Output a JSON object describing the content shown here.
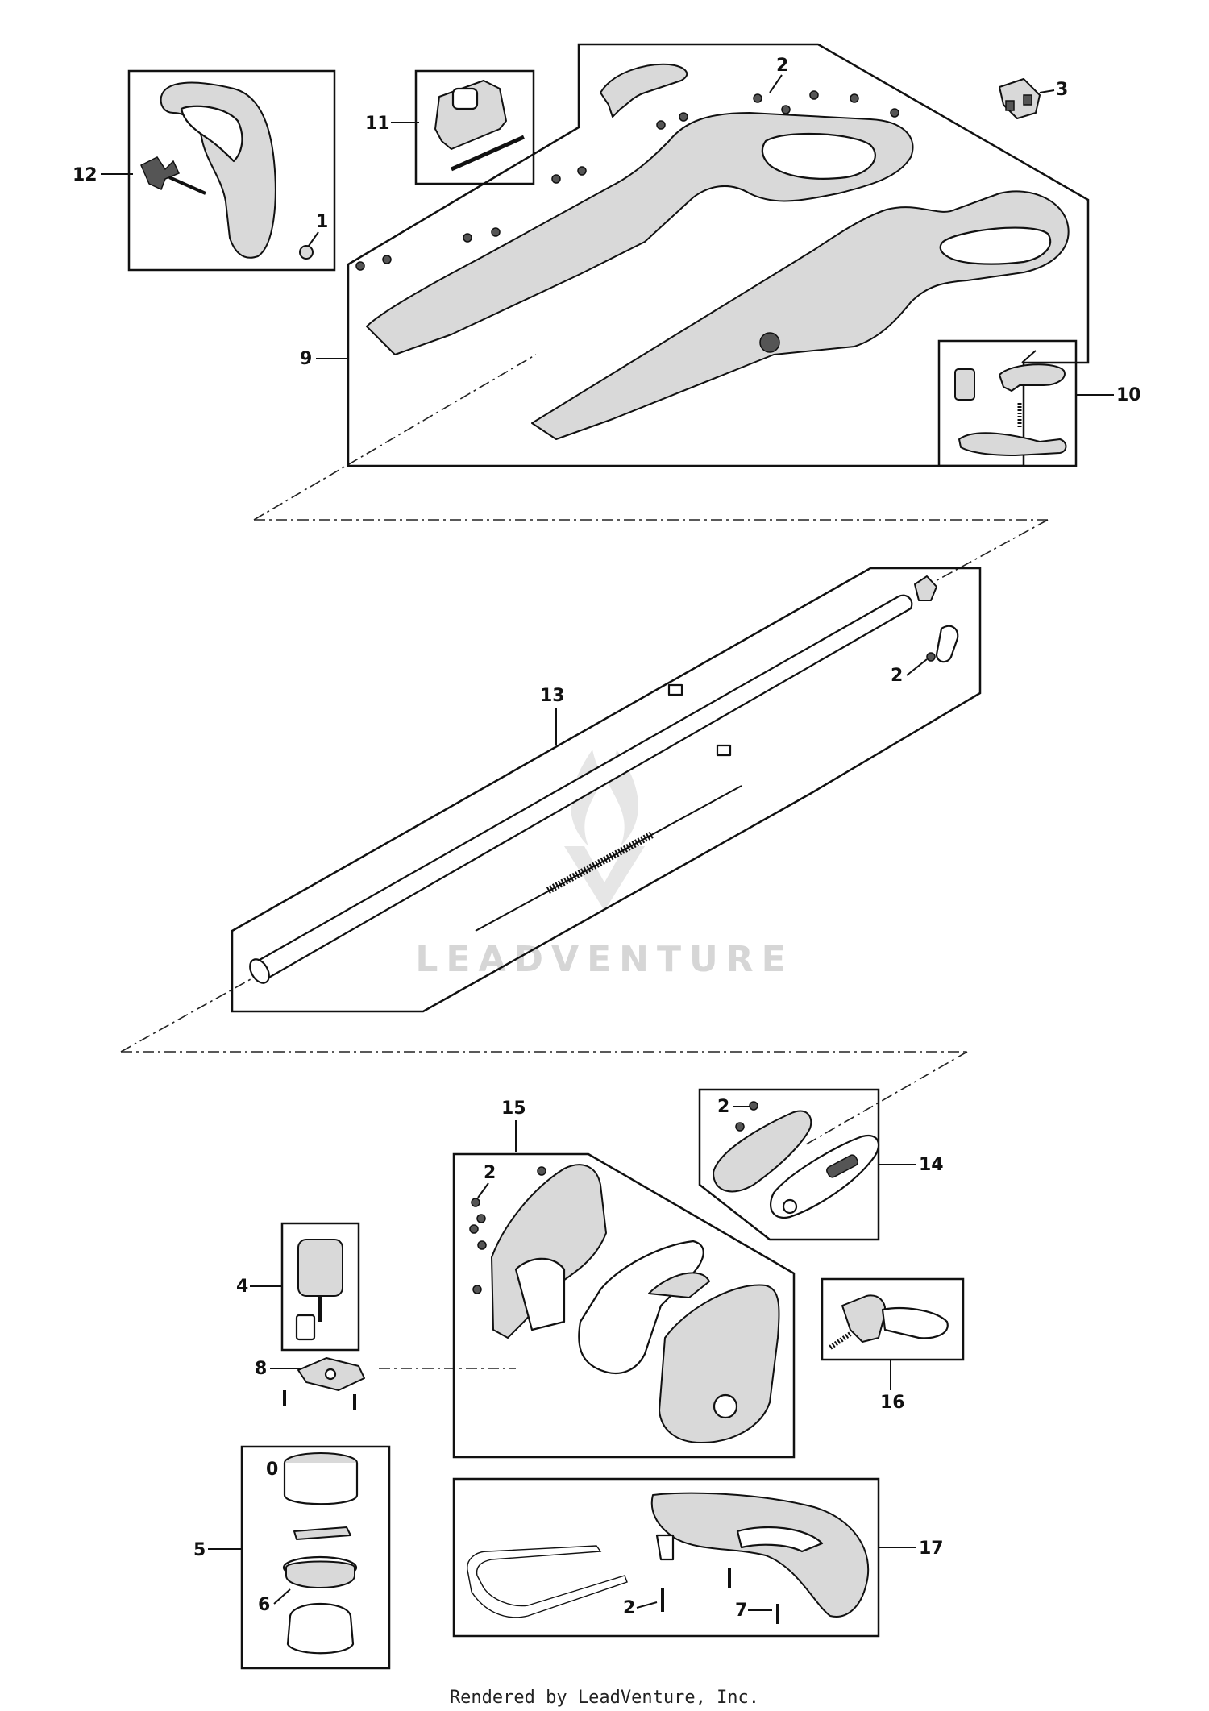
{
  "callouts": [
    {
      "id": "c12",
      "text": "12"
    },
    {
      "id": "c1",
      "text": "1"
    },
    {
      "id": "c11",
      "text": "11"
    },
    {
      "id": "c2a",
      "text": "2"
    },
    {
      "id": "c3",
      "text": "3"
    },
    {
      "id": "c9",
      "text": "9"
    },
    {
      "id": "c10",
      "text": "10"
    },
    {
      "id": "c13",
      "text": "13"
    },
    {
      "id": "c2b",
      "text": "2"
    },
    {
      "id": "c15",
      "text": "15"
    },
    {
      "id": "c2c",
      "text": "2"
    },
    {
      "id": "c14",
      "text": "14"
    },
    {
      "id": "c2d",
      "text": "2"
    },
    {
      "id": "c4",
      "text": "4"
    },
    {
      "id": "c8",
      "text": "8"
    },
    {
      "id": "c16",
      "text": "16"
    },
    {
      "id": "c5",
      "text": "5"
    },
    {
      "id": "c6",
      "text": "6"
    },
    {
      "id": "c17",
      "text": "17"
    },
    {
      "id": "c2e",
      "text": "2"
    },
    {
      "id": "c7",
      "text": "7"
    }
  ],
  "watermark": "LEADVENTURE",
  "footer": "Rendered by LeadVenture, Inc."
}
